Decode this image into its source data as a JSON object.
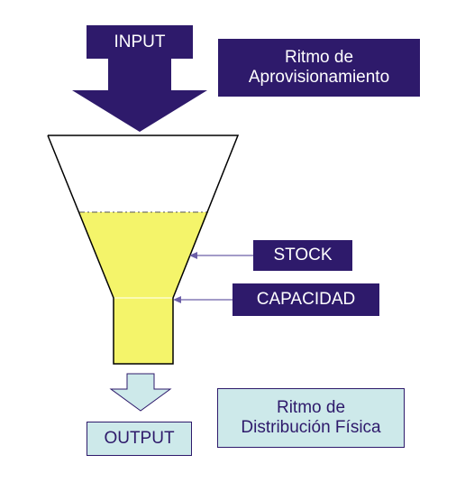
{
  "labels": {
    "input": "INPUT",
    "ritmo_aprovisionamiento_line1": "Ritmo de",
    "ritmo_aprovisionamiento_line2": "Aprovisionamiento",
    "stock": "STOCK",
    "capacidad": "CAPACIDAD",
    "output": "OUTPUT",
    "ritmo_distribucion_line1": "Ritmo de",
    "ritmo_distribucion_line2": "Distribución Física"
  },
  "colors": {
    "dark_box": "#2e1a6b",
    "light_box": "#cde9ea",
    "fill": "#f4f46a",
    "funnel_outline": "#000000",
    "pointer_line": "#6c5fa8"
  },
  "icons": {
    "input_arrow": "arrow-down-icon",
    "output_arrow": "arrow-down-icon"
  }
}
